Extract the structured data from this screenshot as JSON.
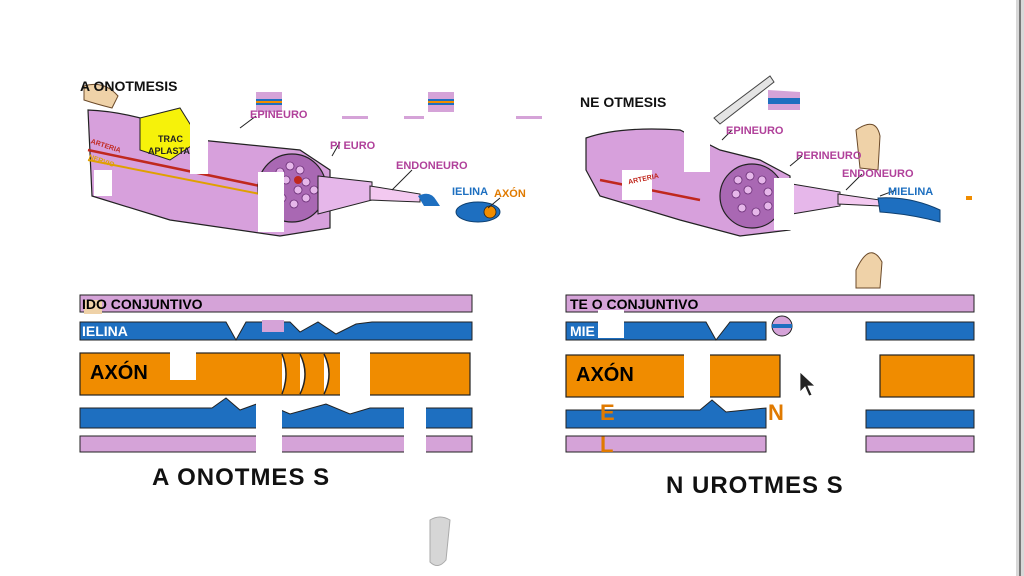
{
  "left": {
    "top_title": "A ONOTMESIS",
    "epineuro": "EPINEURO",
    "perineuro": "PI     EURO",
    "endoneuro": "ENDONEURO",
    "mielina": "IELINA",
    "axon": "AXÓN",
    "arteria": "ARTERIA",
    "nervio": "NERVIO",
    "traccion": "TRAC",
    "aplastamiento": "APLASTA",
    "tejido": "IDO CONJUNTIVO",
    "mielina_band": "IELINA",
    "axon_box": "AXÓN",
    "bottom_title": "A  ONOTMES S"
  },
  "right": {
    "top_title": "NE    OTMESIS",
    "epineuro": "EPINEURO",
    "perineuro": "PERINEURO",
    "endoneuro": "ENDONEURO",
    "mielina": "MIELINA",
    "arteria": "ARTERIA",
    "tejido": "TE   O CONJUNTIVO",
    "mielina_band": "MIE  NA",
    "axon_box": "AXÓN",
    "bottom_title": "N  UROTMES  S",
    "frag1": "E",
    "frag2": "N",
    "frag3": "L"
  },
  "colors": {
    "pink": "#d7a0dc",
    "purple": "#c780cc",
    "blue": "#1e6fc0",
    "orange": "#f08c00",
    "yellow": "#f6f20a",
    "magenta_text": "#b0409a",
    "band_lilac": "#d5a3d8"
  }
}
